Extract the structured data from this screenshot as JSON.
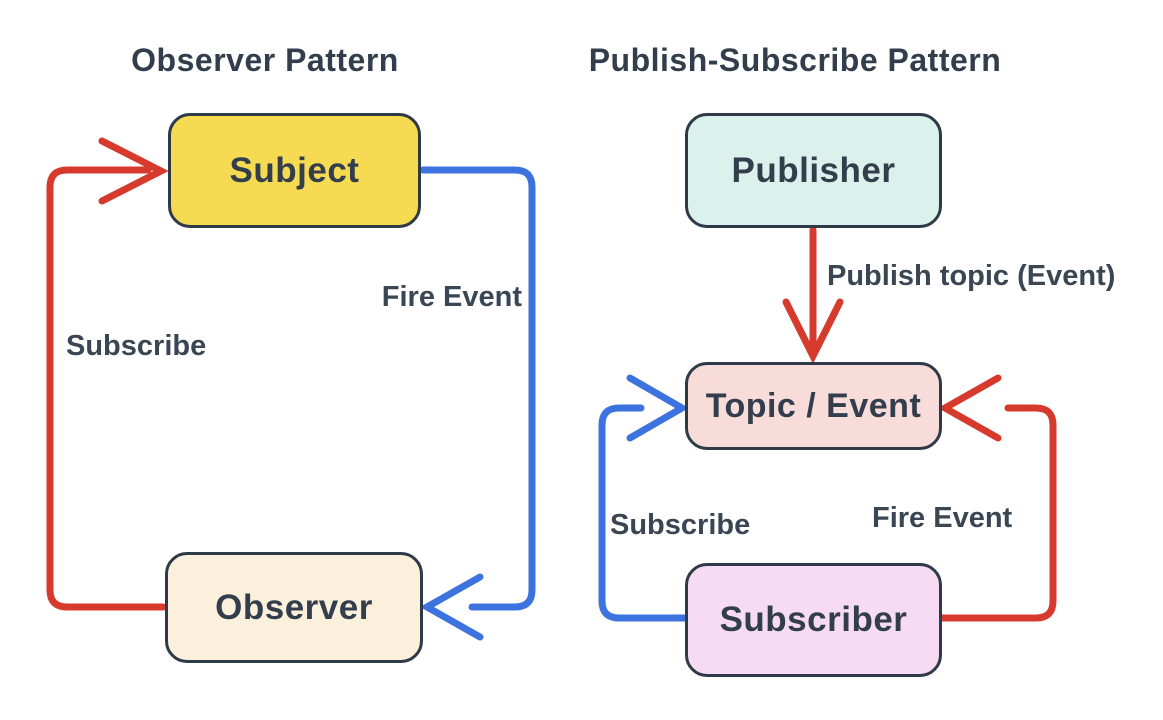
{
  "background": "#FFFFFF",
  "colors": {
    "red": "#D63A2C",
    "blue": "#3D73DE",
    "text": "#333E4C",
    "node_border": "#2E3A47"
  },
  "observer_pattern": {
    "title": "Observer Pattern",
    "nodes": [
      {
        "id": "subject",
        "label": "Subject",
        "fill": "#F5DA52"
      },
      {
        "id": "observer",
        "label": "Observer",
        "fill": "#FAF0DC"
      }
    ],
    "edges": [
      {
        "id": "subscribe",
        "label": "Subscribe",
        "from": "Observer",
        "to": "Subject",
        "color": "red"
      },
      {
        "id": "fire_event",
        "label": "Fire Event",
        "from": "Subject",
        "to": "Observer",
        "color": "blue"
      }
    ]
  },
  "pubsub_pattern": {
    "title": "Publish-Subscribe Pattern",
    "nodes": [
      {
        "id": "publisher",
        "label": "Publisher",
        "fill": "#DBF2EC"
      },
      {
        "id": "topic_event",
        "label": "Topic / Event",
        "fill": "#F8DCD9"
      },
      {
        "id": "subscriber",
        "label": "Subscriber",
        "fill": "#F6DBF2"
      }
    ],
    "edges": [
      {
        "id": "publish_topic",
        "label": "Publish topic (Event)",
        "from": "Publisher",
        "to": "Topic / Event",
        "color": "red"
      },
      {
        "id": "subscribe",
        "label": "Subscribe",
        "from": "Subscriber",
        "to": "Topic / Event",
        "color": "blue"
      },
      {
        "id": "fire_event",
        "label": "Fire Event",
        "from": "Subscriber",
        "to": "Topic / Event",
        "color": "red"
      }
    ]
  }
}
